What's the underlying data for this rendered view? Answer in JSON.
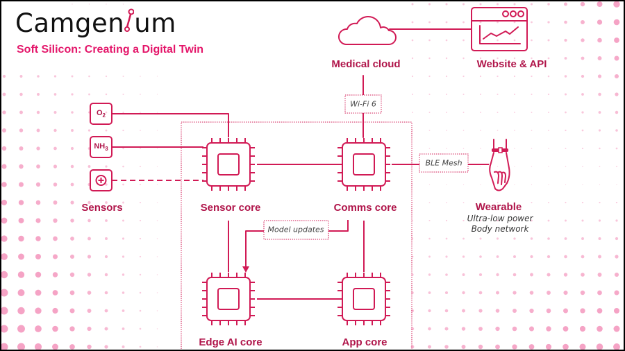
{
  "header": {
    "logo_prefix": "Camgen",
    "logo_suffix": "um",
    "subtitle": "Soft Silicon: Creating a Digital Twin"
  },
  "colors": {
    "line": "#d11a55",
    "label": "#b0154a",
    "subtitle": "#e4166a",
    "dots": "#f5a3c5"
  },
  "nodes": {
    "medical_cloud": {
      "label": "Medical cloud",
      "icon": "cloud-icon"
    },
    "website_api": {
      "label": "Website & API",
      "icon": "browser-chart-icon"
    },
    "sensors": {
      "label": "Sensors",
      "items": [
        {
          "name": "O",
          "sub": "2",
          "icon": "oxygen-sensor"
        },
        {
          "name": "NH",
          "sub": "3",
          "icon": "ammonia-sensor"
        },
        {
          "name": "⊕",
          "sub": "",
          "icon": "add-sensor-icon"
        }
      ]
    },
    "sensor_core": {
      "label": "Sensor core",
      "icon": "chip-icon"
    },
    "comms_core": {
      "label": "Comms core",
      "icon": "chip-icon"
    },
    "edge_ai_core": {
      "label": "Edge AI core",
      "icon": "chip-icon"
    },
    "app_core": {
      "label": "App core",
      "icon": "chip-icon"
    },
    "wearable": {
      "label": "Wearable",
      "lines": [
        "Ultra-low power",
        "Body network"
      ],
      "icon": "wrist-band-icon"
    }
  },
  "links": {
    "wifi": "Wi-Fi 6",
    "ble": "BLE Mesh",
    "model_updates": "Model updates"
  }
}
